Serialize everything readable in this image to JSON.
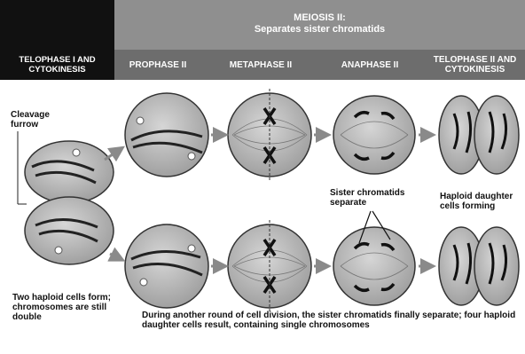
{
  "header": {
    "title": "MEIOSIS II:",
    "subtitle": "Separates sister chromatids"
  },
  "phases": [
    "TELOPHASE I AND CYTOKINESIS",
    "PROPHASE II",
    "METAPHASE II",
    "ANAPHASE II",
    "TELOPHASE II AND CYTOKINESIS"
  ],
  "labels": {
    "cleavage_furrow": "Cleavage furrow",
    "sister_chromatids": "Sister chromatids separate",
    "haploid_forming": "Haploid daughter cells forming",
    "two_haploid": "Two haploid cells form; chromosomes are still double",
    "caption": "During another round of cell division, the sister chromatids finally separate; four haploid daughter cells result, containing single chromosomes"
  },
  "colors": {
    "header_gray": "#8f8f8f",
    "phase_gray": "#6d6d6d",
    "black": "#111111",
    "cell_fill": "#b9b9b9",
    "arrow": "#8a8a8a"
  }
}
